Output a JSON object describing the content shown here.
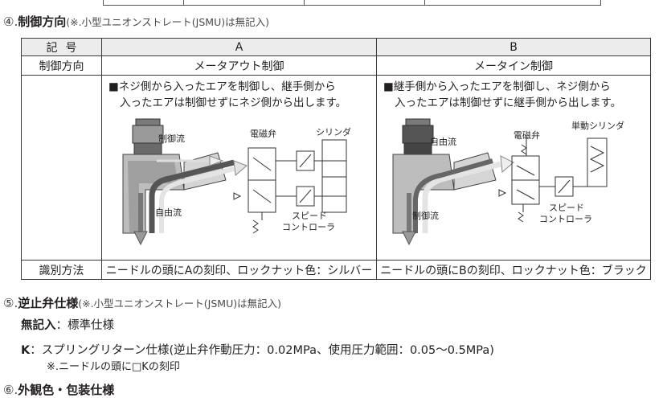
{
  "section4": {
    "marker": "④.",
    "title": "制御方向",
    "note": "(※.小型ユニオンストレート(JSMU)は無記入)"
  },
  "table": {
    "header": {
      "label": "記号",
      "col_a": "A",
      "col_b": "B"
    },
    "direction_row": {
      "label": "制御方向",
      "a": "メータアウト制御",
      "b": "メータイン制御"
    },
    "desc_a": [
      "■ネジ側から入ったエアを制御し、継手側から",
      "入ったエアは制御せずにネジ側から出します。"
    ],
    "desc_b": [
      "■継手側から入ったエアを制御し、ネジ側から",
      "入ったエアは制御せずに継手側から出します。"
    ],
    "diagram_a": {
      "control_flow": "制御流",
      "free_flow": "自由流",
      "solenoid_valve": "電磁弁",
      "cylinder": "シリンダ",
      "speed_controller_1": "スピード",
      "speed_controller_2": "コントローラ"
    },
    "diagram_b": {
      "free_flow": "自由流",
      "control_flow": "制御流",
      "solenoid_valve": "電磁弁",
      "cylinder": "単動シリンダ",
      "speed_controller_1": "スピード",
      "speed_controller_2": "コントローラ"
    },
    "id_row": {
      "label": "識別方法",
      "a": "ニードルの頭にAの刻印、ロックナット色：シルバー",
      "b": "ニードルの頭にBの刻印、ロックナット色：ブラック"
    }
  },
  "section5": {
    "marker": "⑤.",
    "title": "逆止弁仕様",
    "note": "(※.小型ユニオンストレート(JSMU)は無記入)",
    "line1_key": "無記入",
    "line1_val": "：標準仕様",
    "line2_key": "K",
    "line2_val": "：スプリングリターン仕様(逆止弁作動圧力：0.02MPa、使用圧力範囲：0.05～0.5MPa)",
    "line3": "※.ニードルの頭に□Kの刻印"
  },
  "section6": {
    "marker": "⑥.",
    "title": "外観色・包装仕様"
  }
}
